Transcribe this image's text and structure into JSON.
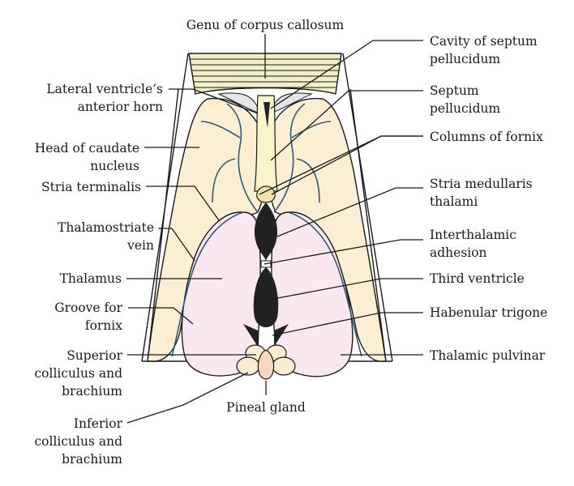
{
  "labels": {
    "genu": "Genu of corpus callosum",
    "cavity": [
      "Cavity of septum",
      "pellucidum"
    ],
    "septum": [
      "Septum",
      "pellucidum"
    ],
    "columns": "Columns of fornix",
    "stria_med": [
      "Stria medullaris",
      "thalami"
    ],
    "interthalamic": [
      "Interthalamic",
      "adhesion"
    ],
    "third": "Third ventricle",
    "habenular": "Habenular trigone",
    "pulvinar": "Thalamic pulvinar",
    "pineal": "Pineal gland",
    "lat_vent": [
      "Lateral ventricle’s",
      "anterior horn"
    ],
    "caudate": [
      "Head of caudate",
      "nucleus"
    ],
    "stria_term": "Stria terminalis",
    "thalamostriate": [
      "Thalamostriate",
      "vein"
    ],
    "thalamus": "Thalamus",
    "groove": [
      "Groove for",
      "fornix"
    ],
    "superior": [
      "Superior",
      "colliculus and",
      "brachium"
    ],
    "inferior": [
      "Inferior",
      "colliculus and",
      "brachium"
    ]
  },
  "colors": {
    "outline": "#1a1a1a",
    "caudate_fill": "#fbeed3",
    "thalamus_fill": "#fbe7f0",
    "vein": "#2f5a7a",
    "ventricle": "#222222",
    "callosum_fill": "#f2efc8",
    "septum_fill": "#f9f5c8",
    "colliculus_fill": "#fbecd2"
  }
}
